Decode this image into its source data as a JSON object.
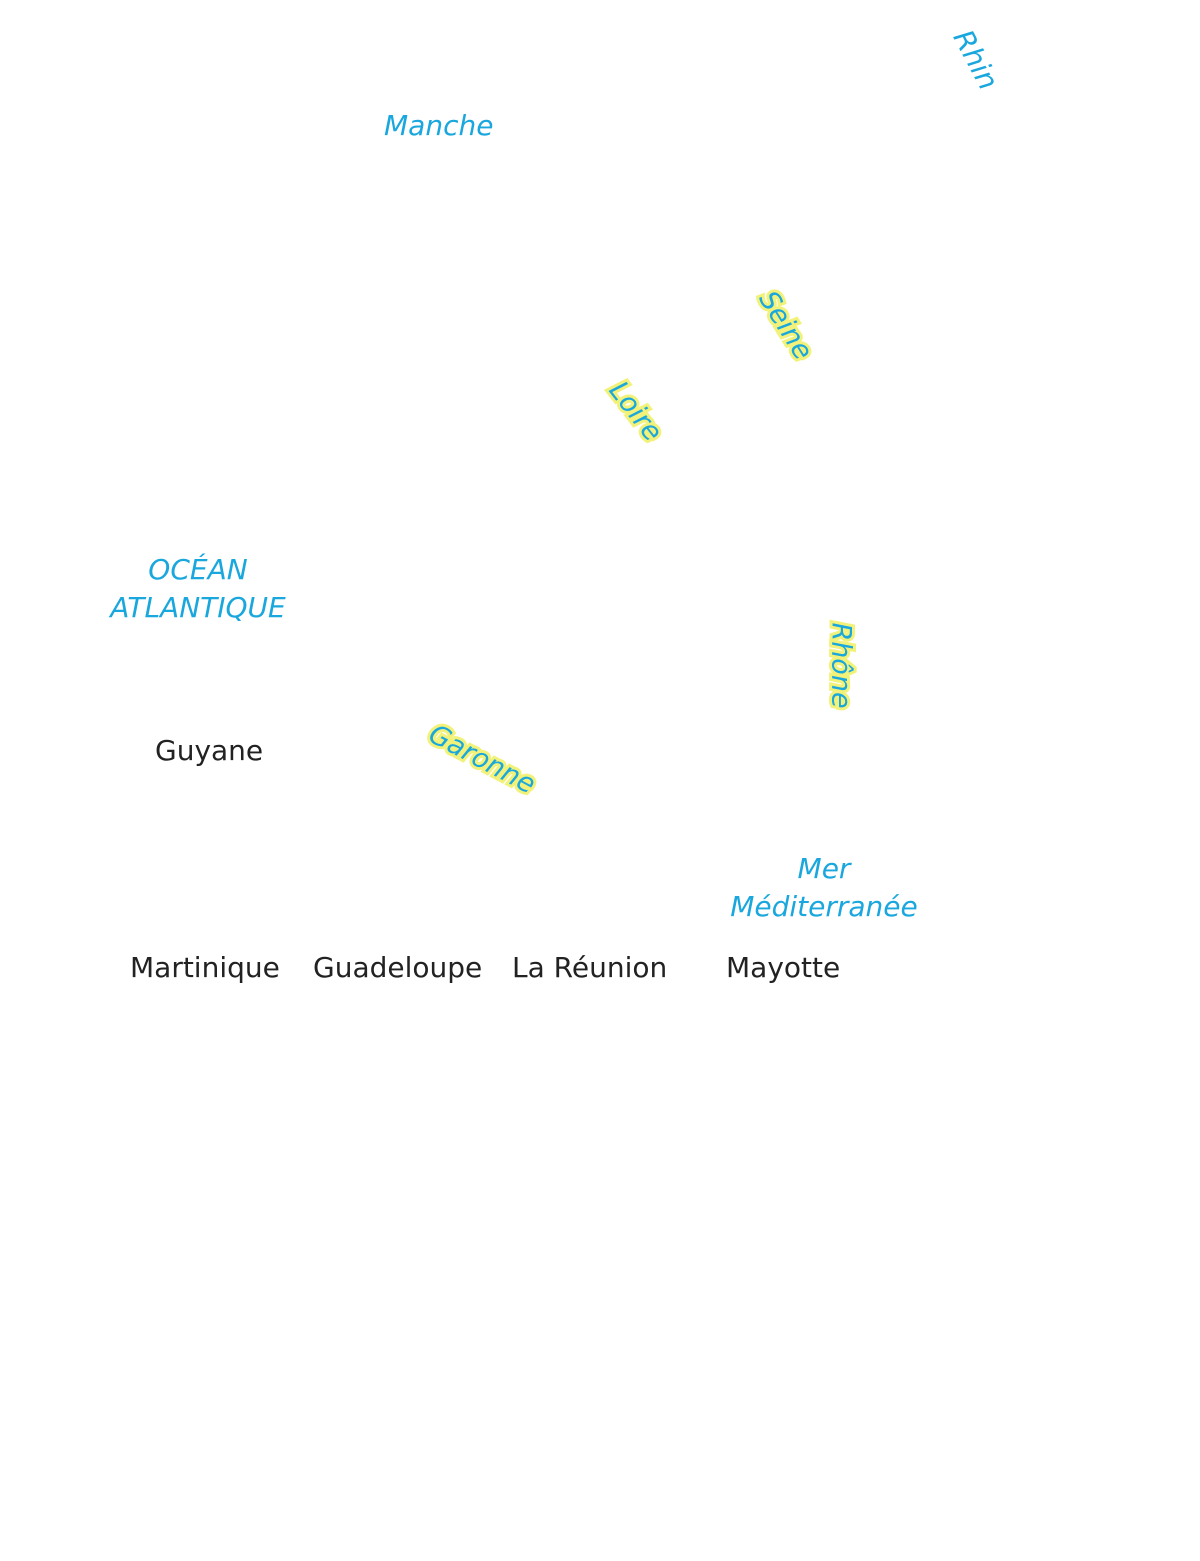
{
  "seas": {
    "manche": "Manche",
    "ocean_line1": "OCÉAN",
    "ocean_line2": "ATLANTIQUE",
    "mer_line1": "Mer",
    "mer_line2": "Méditerranée"
  },
  "rivers": {
    "rhin": "Rhin",
    "seine": "Seine",
    "loire": "Loire",
    "rhone": "Rhône",
    "garonne": "Garonne"
  },
  "overseas": {
    "guyane": "Guyane",
    "martinique": "Martinique",
    "guadeloupe": "Guadeloupe",
    "reunion": "La Réunion",
    "mayotte": "Mayotte"
  },
  "colors": {
    "water_label": "#1aa7dd",
    "river_halo": "#f2f27a",
    "place_label": "#222222"
  }
}
